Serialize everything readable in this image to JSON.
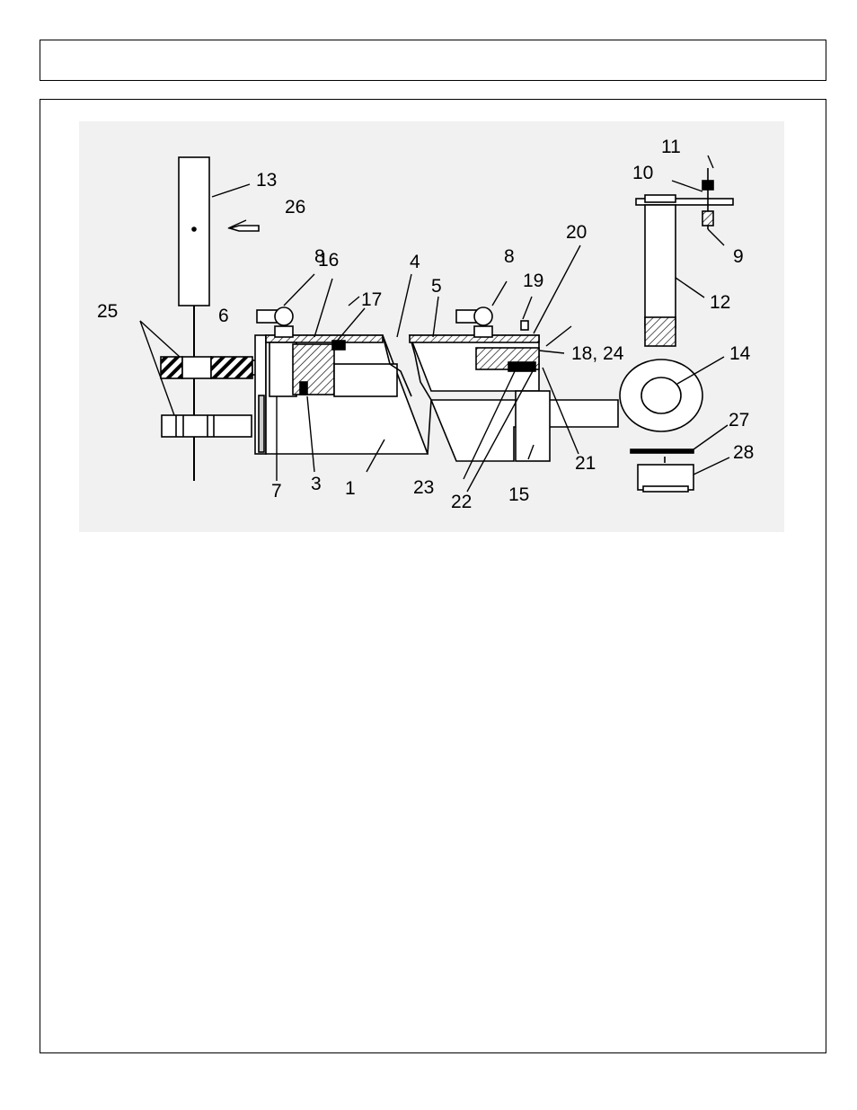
{
  "header": {
    "title": ""
  },
  "diagram": {
    "callouts": {
      "c1": "1",
      "c3": "3",
      "c4": "4",
      "c5": "5",
      "c6": "6",
      "c7": "7",
      "c8a": "8",
      "c8b": "8",
      "c9": "9",
      "c10": "10",
      "c11": "11",
      "c12": "12",
      "c13": "13",
      "c14": "14",
      "c15": "15",
      "c16": "16",
      "c17": "17",
      "c18_24": "18, 24",
      "c19": "19",
      "c20": "20",
      "c21": "21",
      "c22": "22",
      "c23": "23",
      "c25": "25",
      "c26": "26",
      "c27": "27",
      "c28": "28"
    }
  }
}
